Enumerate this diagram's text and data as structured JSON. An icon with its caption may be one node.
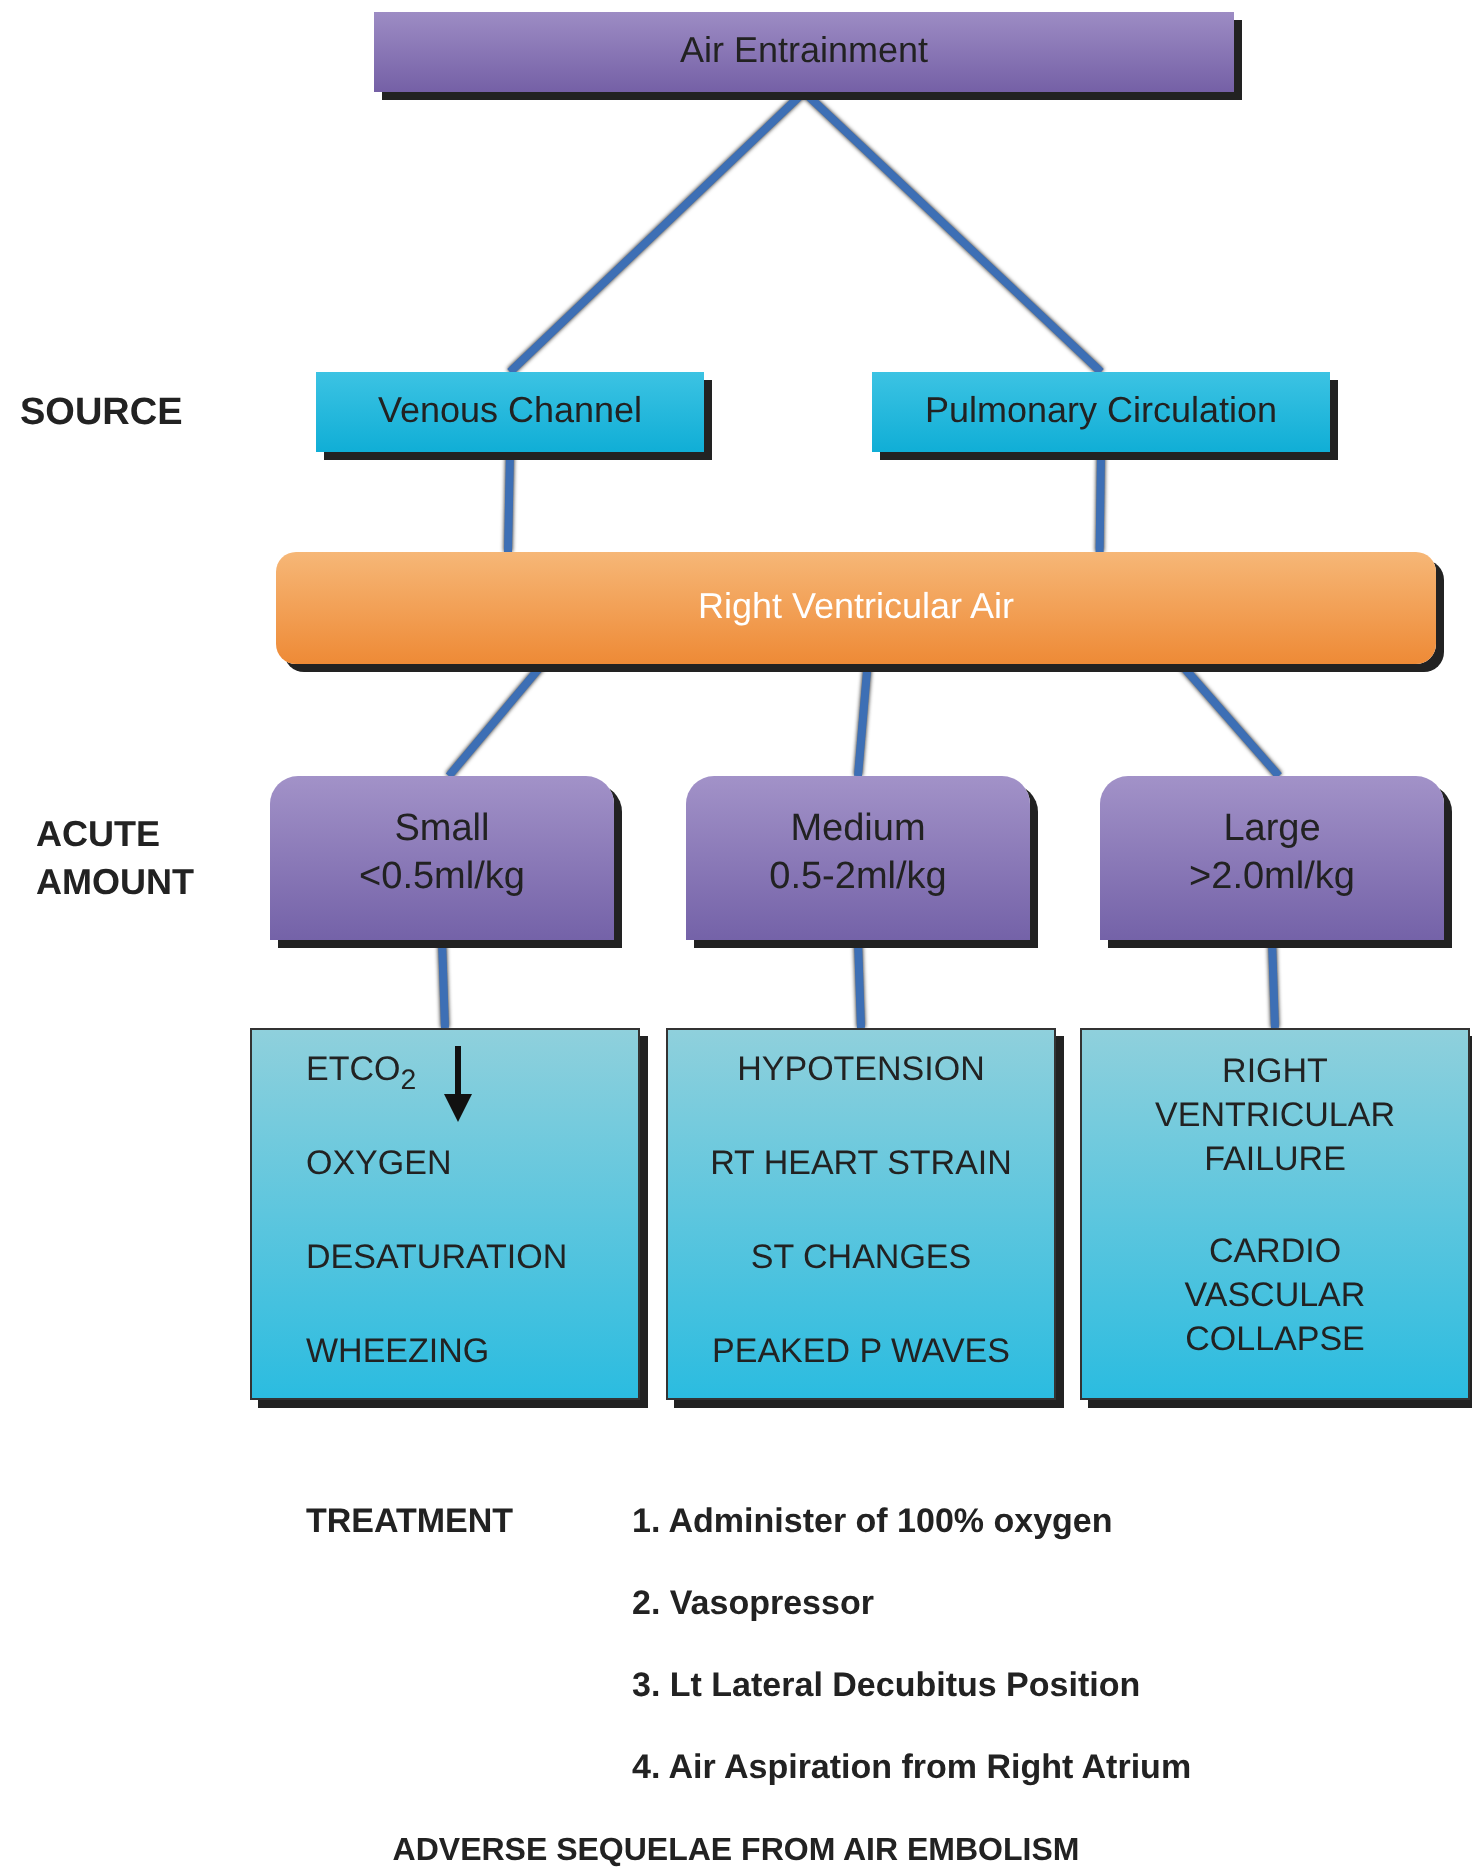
{
  "diagram": {
    "caption": "ADVERSE SEQUELAE FROM AIR EMBOLISM",
    "nodes": [
      {
        "text": [
          "Air Entrainment"
        ]
      },
      {
        "text": [
          "Venous Channel"
        ]
      },
      {
        "text": [
          "Pulmonary Circulation"
        ]
      },
      {
        "text": [
          "Right Ventricular Air"
        ]
      },
      {
        "text": [
          "Small",
          "<0.5ml/kg"
        ]
      },
      {
        "text": [
          "Medium",
          "0.5-2ml/kg"
        ]
      },
      {
        "text": [
          "Large",
          ">2.0ml/kg"
        ]
      },
      {
        "text": [
          "ETCO$_{2}$",
          "OXYGEN",
          "DESATURATION",
          "WHEEZING"
        ]
      },
      {
        "text": [
          "HYPOTENSION",
          "RT HEART STRAIN",
          "ST CHANGES",
          "PEAKED P WAVES"
        ]
      },
      {
        "text": [
          "RIGHT VENTRICULAR FAILURE",
          "CARDIO VASCULAR COLLAPSE"
        ]
      }
    ],
    "edges": [
      {
        "from": 0,
        "to": 1,
        "arrow": "none"
      },
      {
        "from": 0,
        "to": 2,
        "arrow": "none"
      },
      {
        "from": 1,
        "to": 3,
        "arrow": "none"
      },
      {
        "from": 2,
        "to": 3,
        "arrow": "none"
      },
      {
        "from": 3,
        "to": 4,
        "arrow": "none"
      },
      {
        "from": 3,
        "to": 5,
        "arrow": "none"
      },
      {
        "from": 3,
        "to": 6,
        "arrow": "none"
      },
      {
        "from": 4,
        "to": 7,
        "arrow": "none"
      },
      {
        "from": 5,
        "to": 8,
        "arrow": "none"
      },
      {
        "from": 6,
        "to": 9,
        "arrow": "none"
      }
    ],
    "labels": [
      "SOURCE",
      "ACUTE AMOUNT",
      "TREATMENT",
      "1. Administer of 100% oxygen",
      "2. Vasopressor",
      "3. Lt Lateral Decubitus Position",
      "4. Air Aspiration from Right Atrium"
    ]
  }
}
